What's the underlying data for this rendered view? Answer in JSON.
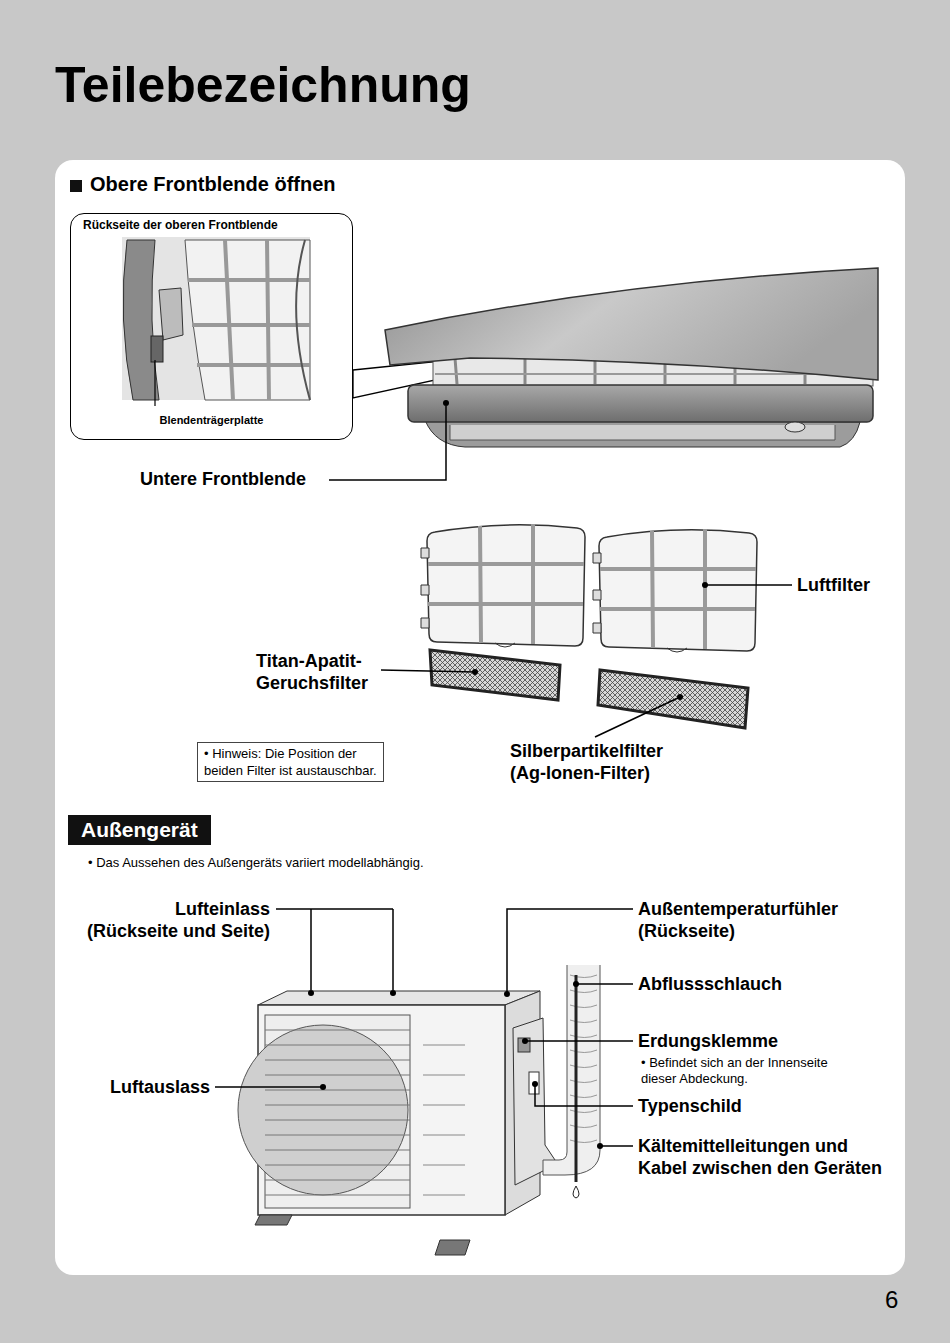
{
  "diagram": {
    "title": "Teilebezeichnung",
    "nodes": [
      {
        "text": [
          "Obere Frontblende öffnen"
        ]
      },
      {
        "text": [
          "Rückseite der oberen Frontblende",
          "Blendenträgerplatte"
        ],
        "in": 0
      },
      {
        "text": [
          "• Hinweis: Die Position der beiden Filter ist austauschbar."
        ],
        "in": 0
      },
      {
        "text": [
          "Außengerät"
        ],
        "in": 0
      }
    ],
    "labels": [
      "Untere Frontblende",
      "Luftfilter",
      "Titan-Apatit- Geruchsfilter",
      "Silberpartikelfilter (Ag-Ionen-Filter)",
      "• Das Aussehen des Außengeräts variiert modellabhängig.",
      "Lufteinlass (Rückseite und Seite)",
      "Außentemperaturfühler (Rückseite)",
      "Abflussschlauch",
      "Erdungsklemme",
      "• Befindet sich an der Innenseite dieser Abdeckung.",
      "Typenschild",
      "Kältemittelleitungen und Kabel zwischen den Geräten",
      "Luftauslass",
      "6"
    ]
  }
}
